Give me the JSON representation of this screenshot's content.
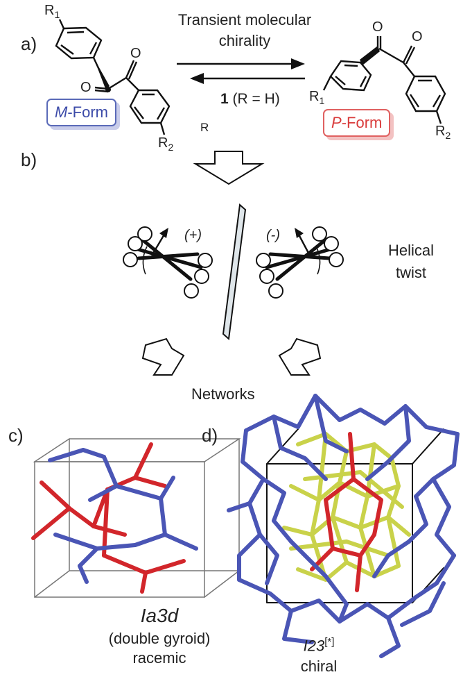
{
  "labels": {
    "a": "a)",
    "b": "b)",
    "c": "c)",
    "d": "d)"
  },
  "equilibrium": {
    "top_line1": "Transient molecular",
    "top_line2": "chirality",
    "compound_number": "1",
    "compound_condition": " (R = H)",
    "stray_r": "R"
  },
  "molecules": {
    "m_form_prefix": "M",
    "m_form_suffix": "-Form",
    "p_form_prefix": "P",
    "p_form_suffix": "-Form",
    "r1_left": "R",
    "r1_left_sub": "1",
    "r2_left": "R",
    "r2_left_sub": "2",
    "r1_right": "R",
    "r1_right_sub": "1",
    "r2_right": "R",
    "r2_right_sub": "2",
    "oxygen": "O"
  },
  "twist": {
    "plus": "(+)",
    "minus": "(-)",
    "helical_line1": "Helical",
    "helical_line2": "twist"
  },
  "networks_label": "Networks",
  "captions": {
    "c_space_group": "Ia3d",
    "c_line2": "(double gyroid)",
    "c_line3": "racemic",
    "d_space_group": "I23",
    "d_superscript": "[*]",
    "d_line2": "chiral"
  },
  "colors": {
    "network_blue": "#4a55b5",
    "network_red": "#d2262b",
    "network_yellow": "#c9d24a",
    "m_form": "#3b4aa8",
    "p_form": "#d93b3b"
  }
}
